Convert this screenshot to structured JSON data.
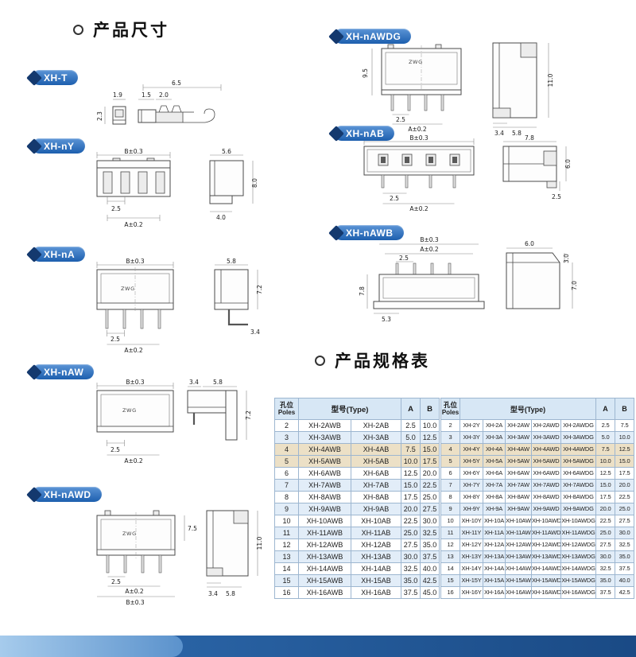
{
  "page": {
    "title_dimensions": "产品尺寸",
    "title_spec": "产品规格表"
  },
  "drawings": {
    "xh_t": {
      "label": "XH-T",
      "d65": "6.5",
      "d19": "1.9",
      "d15": "1.5",
      "d20": "2.0",
      "d23": "2.3"
    },
    "xh_ny": {
      "label": "XH-nY",
      "db": "B±0.3",
      "d25": "2.5",
      "da": "A±0.2",
      "d56": "5.6",
      "d80": "8.0",
      "d40": "4.0"
    },
    "xh_na": {
      "label": "XH-nA",
      "db": "B±0.3",
      "zwg": "ZWG",
      "d25": "2.5",
      "da": "A±0.2",
      "d58": "5.8",
      "d72": "7.2",
      "d34": "3.4"
    },
    "xh_naw": {
      "label": "XH-nAW",
      "db": "B±0.3",
      "zwg": "ZWG",
      "d25": "2.5",
      "da": "A±0.2",
      "d34": "3.4",
      "d58": "5.8",
      "d72": "7.2"
    },
    "xh_nawd": {
      "label": "XH-nAWD",
      "zwg": "ZWG",
      "d75": "7.5",
      "d25": "2.5",
      "da": "A±0.2",
      "db": "B±0.3",
      "d110": "11.0",
      "d34": "3.4",
      "d58": "5.8"
    },
    "xh_nawdg": {
      "label": "XH-nAWDG",
      "zwg": "ZWG",
      "d95": "9.5",
      "d25": "2.5",
      "da": "A±0.2",
      "d110": "11.0",
      "d34": "3.4",
      "d58": "5.8"
    },
    "xh_nab": {
      "label": "XH-nAB",
      "db": "B±0.3",
      "d25": "2.5",
      "da": "A±0.2",
      "d78": "7.8",
      "d60": "6.0",
      "d25b": "2.5"
    },
    "xh_nawb": {
      "label": "XH-nAWB",
      "db": "B±0.3",
      "da": "A±0.2",
      "d25": "2.5",
      "d78": "7.8",
      "d53": "5.3",
      "d60": "6.0",
      "d30": "3.0",
      "d70": "7.0"
    }
  },
  "spec_tables": {
    "headers": {
      "poles_cn": "孔位",
      "poles_en": "Poles",
      "type": "型号(Type)",
      "a": "A",
      "b": "B"
    },
    "left": {
      "rows": [
        {
          "poles": "2",
          "types": [
            "XH-2AWB",
            "XH-2AB"
          ],
          "a": "2.5",
          "b": "10.0"
        },
        {
          "poles": "3",
          "types": [
            "XH-3AWB",
            "XH-3AB"
          ],
          "a": "5.0",
          "b": "12.5"
        },
        {
          "poles": "4",
          "types": [
            "XH-4AWB",
            "XH-4AB"
          ],
          "a": "7.5",
          "b": "15.0",
          "hl": true
        },
        {
          "poles": "5",
          "types": [
            "XH-5AWB",
            "XH-5AB"
          ],
          "a": "10.0",
          "b": "17.5",
          "hl": true
        },
        {
          "poles": "6",
          "types": [
            "XH-6AWB",
            "XH-6AB"
          ],
          "a": "12.5",
          "b": "20.0"
        },
        {
          "poles": "7",
          "types": [
            "XH-7AWB",
            "XH-7AB"
          ],
          "a": "15.0",
          "b": "22.5"
        },
        {
          "poles": "8",
          "types": [
            "XH-8AWB",
            "XH-8AB"
          ],
          "a": "17.5",
          "b": "25.0"
        },
        {
          "poles": "9",
          "types": [
            "XH-9AWB",
            "XH-9AB"
          ],
          "a": "20.0",
          "b": "27.5"
        },
        {
          "poles": "10",
          "types": [
            "XH-10AWB",
            "XH-10AB"
          ],
          "a": "22.5",
          "b": "30.0"
        },
        {
          "poles": "11",
          "types": [
            "XH-11AWB",
            "XH-11AB"
          ],
          "a": "25.0",
          "b": "32.5"
        },
        {
          "poles": "12",
          "types": [
            "XH-12AWB",
            "XH-12AB"
          ],
          "a": "27.5",
          "b": "35.0"
        },
        {
          "poles": "13",
          "types": [
            "XH-13AWB",
            "XH-13AB"
          ],
          "a": "30.0",
          "b": "37.5"
        },
        {
          "poles": "14",
          "types": [
            "XH-14AWB",
            "XH-14AB"
          ],
          "a": "32.5",
          "b": "40.0"
        },
        {
          "poles": "15",
          "types": [
            "XH-15AWB",
            "XH-15AB"
          ],
          "a": "35.0",
          "b": "42.5"
        },
        {
          "poles": "16",
          "types": [
            "XH-16AWB",
            "XH-16AB"
          ],
          "a": "37.5",
          "b": "45.0"
        }
      ]
    },
    "right": {
      "rows": [
        {
          "poles": "2",
          "types": [
            "XH-2Y",
            "XH-2A",
            "XH-2AW",
            "XH-2AWD",
            "XH-2AWDG"
          ],
          "a": "2.5",
          "b": "7.5"
        },
        {
          "poles": "3",
          "types": [
            "XH-3Y",
            "XH-3A",
            "XH-3AW",
            "XH-3AWD",
            "XH-3AWDG"
          ],
          "a": "5.0",
          "b": "10.0"
        },
        {
          "poles": "4",
          "types": [
            "XH-4Y",
            "XH-4A",
            "XH-4AW",
            "XH-4AWD",
            "XH-4AWDG"
          ],
          "a": "7.5",
          "b": "12.5",
          "hl": true
        },
        {
          "poles": "5",
          "types": [
            "XH-5Y",
            "XH-5A",
            "XH-5AW",
            "XH-5AWD",
            "XH-5AWDG"
          ],
          "a": "10.0",
          "b": "15.0",
          "hl": true
        },
        {
          "poles": "6",
          "types": [
            "XH-6Y",
            "XH-6A",
            "XH-6AW",
            "XH-6AWD",
            "XH-6AWDG"
          ],
          "a": "12.5",
          "b": "17.5"
        },
        {
          "poles": "7",
          "types": [
            "XH-7Y",
            "XH-7A",
            "XH-7AW",
            "XH-7AWD",
            "XH-7AWDG"
          ],
          "a": "15.0",
          "b": "20.0"
        },
        {
          "poles": "8",
          "types": [
            "XH-8Y",
            "XH-8A",
            "XH-8AW",
            "XH-8AWD",
            "XH-8AWDG"
          ],
          "a": "17.5",
          "b": "22.5"
        },
        {
          "poles": "9",
          "types": [
            "XH-9Y",
            "XH-9A",
            "XH-9AW",
            "XH-9AWD",
            "XH-9AWDG"
          ],
          "a": "20.0",
          "b": "25.0"
        },
        {
          "poles": "10",
          "types": [
            "XH-10Y",
            "XH-10A",
            "XH-10AW",
            "XH-10AWD",
            "XH-10AWDG"
          ],
          "a": "22.5",
          "b": "27.5"
        },
        {
          "poles": "11",
          "types": [
            "XH-11Y",
            "XH-11A",
            "XH-11AW",
            "XH-11AWD",
            "XH-11AWDG"
          ],
          "a": "25.0",
          "b": "30.0"
        },
        {
          "poles": "12",
          "types": [
            "XH-12Y",
            "XH-12A",
            "XH-12AW",
            "XH-12AWD",
            "XH-12AWDG"
          ],
          "a": "27.5",
          "b": "32.5"
        },
        {
          "poles": "13",
          "types": [
            "XH-13Y",
            "XH-13A",
            "XH-13AW",
            "XH-13AWD",
            "XH-13AWDG"
          ],
          "a": "30.0",
          "b": "35.0"
        },
        {
          "poles": "14",
          "types": [
            "XH-14Y",
            "XH-14A",
            "XH-14AW",
            "XH-14AWD",
            "XH-14AWDG"
          ],
          "a": "32.5",
          "b": "37.5"
        },
        {
          "poles": "15",
          "types": [
            "XH-15Y",
            "XH-15A",
            "XH-15AW",
            "XH-15AWD",
            "XH-15AWDG"
          ],
          "a": "35.0",
          "b": "40.0"
        },
        {
          "poles": "16",
          "types": [
            "XH-16Y",
            "XH-16A",
            "XH-16AW",
            "XH-16AWD",
            "XH-16AWDG"
          ],
          "a": "37.5",
          "b": "42.5"
        }
      ]
    }
  }
}
